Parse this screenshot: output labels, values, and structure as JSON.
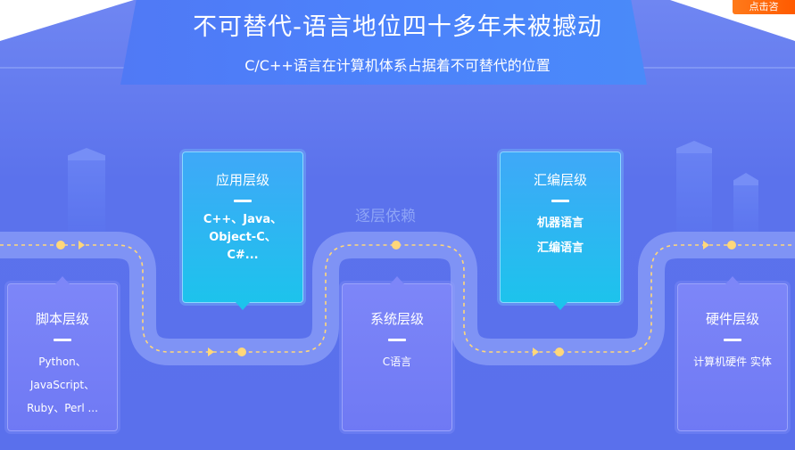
{
  "header": {
    "title": "不可替代-语言地位四十多年未被撼动",
    "subtitle": "C/C++语言在计算机体系占据着不可替代的位置",
    "corner_button": "点击咨"
  },
  "road_label": "逐层依赖",
  "levels": [
    {
      "title": "脚本层级",
      "items": [
        "Python、",
        "JavaScript、",
        "Ruby、Perl ..."
      ]
    },
    {
      "title": "应用层级",
      "items": [
        "C++、Java、",
        "Object-C、",
        "C#..."
      ]
    },
    {
      "title": "系统层级",
      "items": [
        "C语言"
      ]
    },
    {
      "title": "汇编层级",
      "items": [
        "机器语言",
        "汇编语言"
      ]
    },
    {
      "title": "硬件层级",
      "items": [
        "计算机硬件 实体"
      ]
    }
  ],
  "colors": {
    "background": "#5b72ec",
    "road": "#7f93f5",
    "dot": "#ffd77a",
    "card_purple": "#7580f6",
    "card_cyan": "#27b6f2",
    "button": "#ff6a00"
  }
}
